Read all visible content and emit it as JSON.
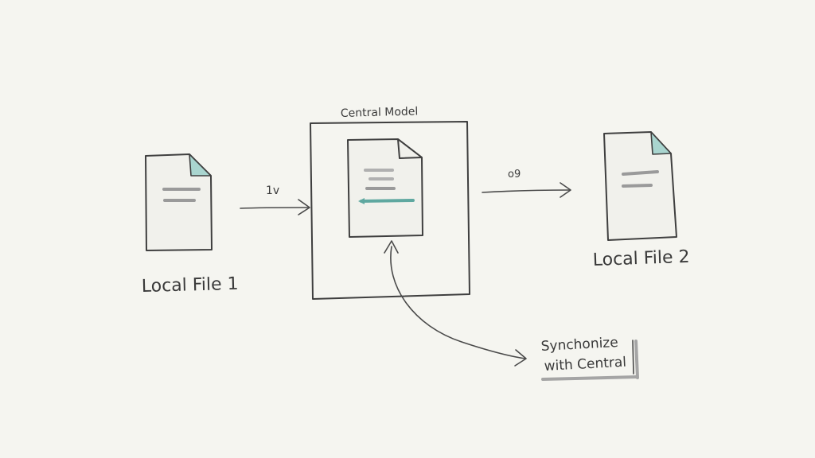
{
  "diagram": {
    "central_label": "Central Model",
    "local_file_1_label": "Local File 1",
    "local_file_2_label": "Local File 2",
    "arrow_in_label": "1v",
    "arrow_out_label": "o9",
    "sync_label_line1": "Synchonize",
    "sync_label_line2": "with Central"
  },
  "colors": {
    "background": "#f5f5f0",
    "ink": "#3f3f3f",
    "accent_teal": "#5fa8a0",
    "placeholder_grey": "#9a9a9a"
  }
}
